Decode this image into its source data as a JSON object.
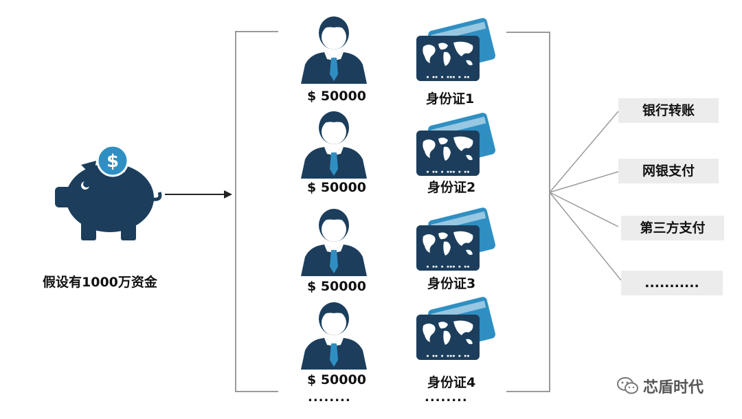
{
  "capital_label": "假设有1000万资金",
  "rows": [
    {
      "amount": "$ 50000",
      "id_label": "身份证1"
    },
    {
      "amount": "$ 50000",
      "id_label": "身份证2"
    },
    {
      "amount": "$ 50000",
      "id_label": "身份证3"
    },
    {
      "amount": "$ 50000",
      "id_label": "身份证4"
    }
  ],
  "more_left": "........",
  "more_right": "........",
  "payment_methods": [
    "银行转账",
    "网银支付",
    "第三方支付",
    "..........."
  ],
  "watermark": "芯盾时代",
  "colors": {
    "navy": "#1c3e5c",
    "teal": "#2f8fc3",
    "line": "#9a9a9a"
  }
}
